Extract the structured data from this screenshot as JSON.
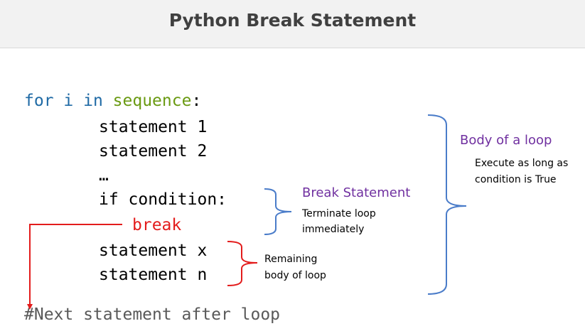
{
  "title": "Python Break Statement",
  "code": {
    "for_kw1": "for",
    "for_var": " i ",
    "for_kw2": "in",
    "for_seq": "sequence",
    "for_colon": ":",
    "stmt1": "statement 1",
    "stmt2": "statement 2",
    "ellipsis": "…",
    "if_line": "if condition:",
    "break_kw": "break",
    "stmtx": "statement x",
    "stmtn": "statement n",
    "next_line": "#Next statement after loop"
  },
  "labels": {
    "body_title": "Body of a loop",
    "body_desc_1": "Execute as long as",
    "body_desc_2": "condition is True",
    "break_title": "Break Statement",
    "break_desc_1": "Terminate loop",
    "break_desc_2": "immediately",
    "remain_1": "Remaining",
    "remain_2": "body of loop"
  },
  "colors": {
    "keyword": "#1f6aa5",
    "sequence": "#6a9a12",
    "break": "#e31c1c",
    "label_title": "#7030a0",
    "brace_blue": "#4a7cc9",
    "brace_red": "#e31c1c"
  }
}
